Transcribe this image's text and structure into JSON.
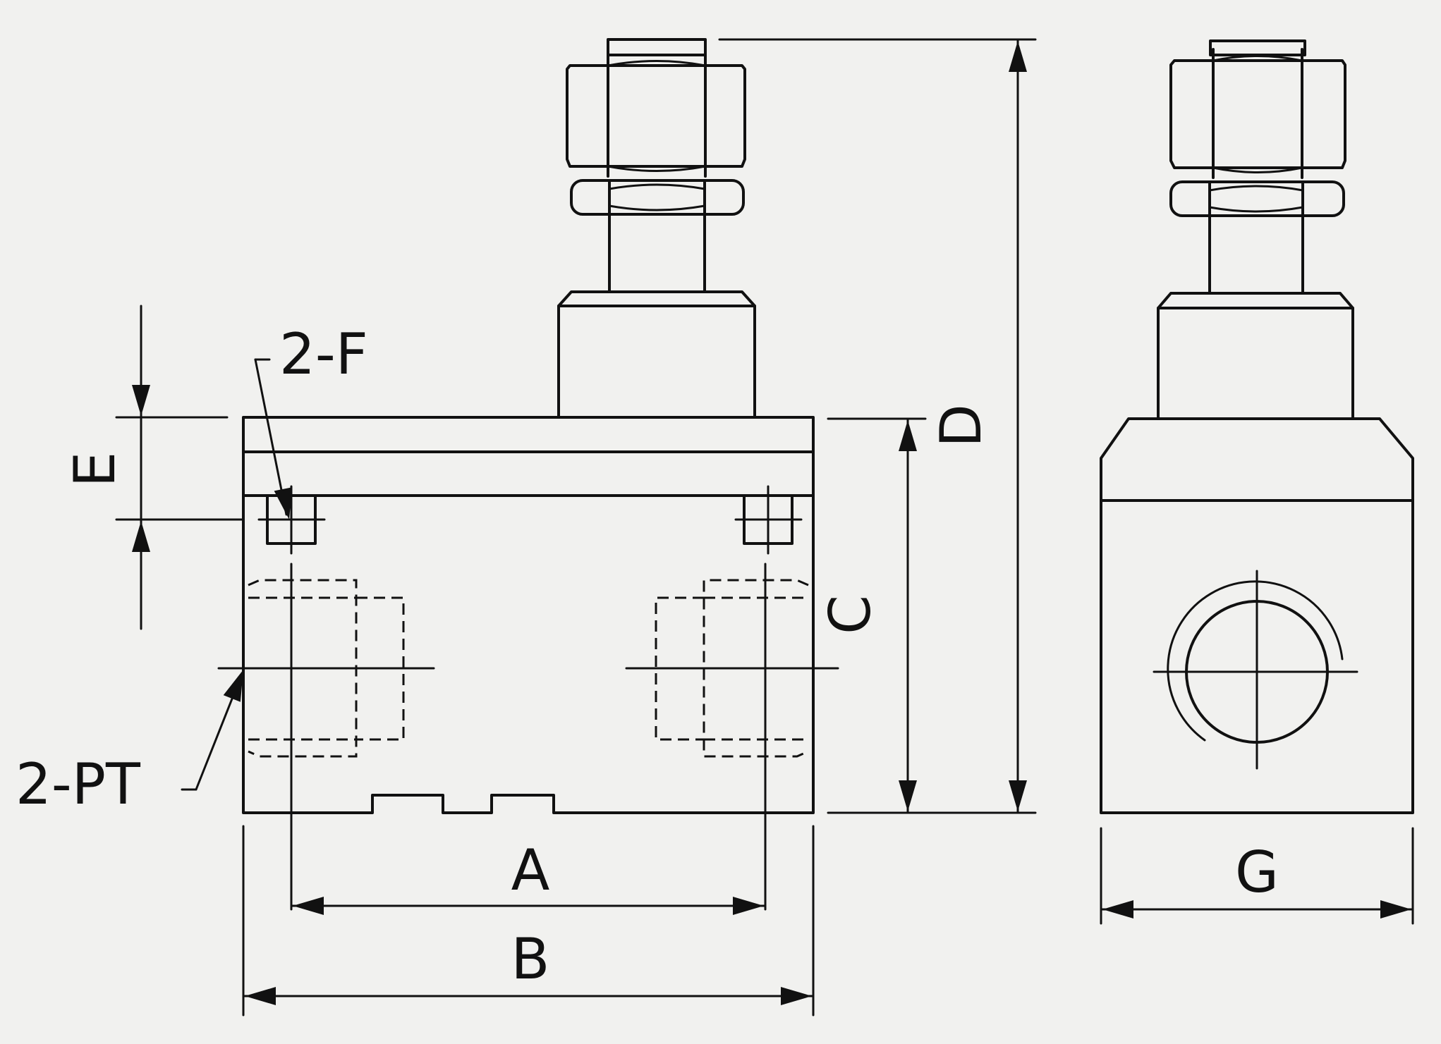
{
  "labels": {
    "a": "A",
    "b": "B",
    "c": "C",
    "d": "D",
    "e": "E",
    "f": "2-F",
    "g": "G",
    "pt": "2-PT"
  }
}
